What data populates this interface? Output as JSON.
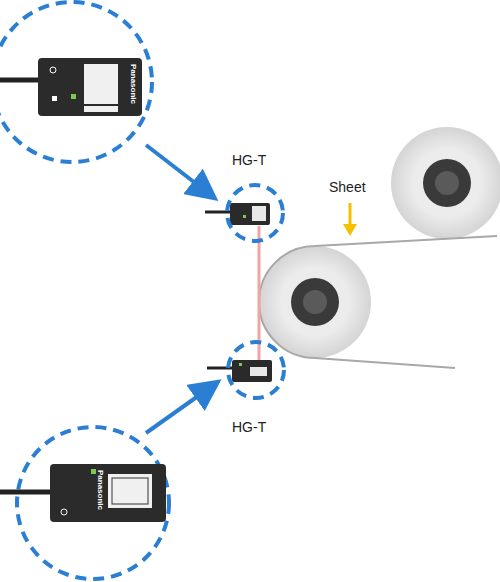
{
  "diagram": {
    "labels": [
      "HG-T",
      "Sheet",
      "HG-T",
      "Panasonic",
      "Panasonic"
    ]
  }
}
